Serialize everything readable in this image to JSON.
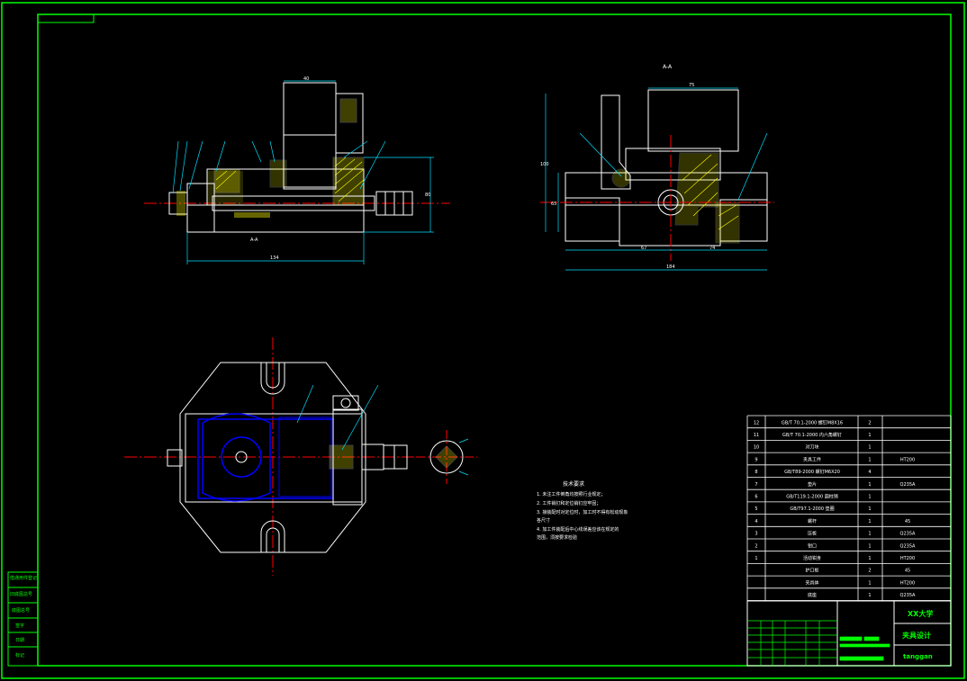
{
  "colors": {
    "background": "#000000",
    "frame": "#00ff00",
    "line": "#ffffff",
    "center": "#ff0000",
    "hatch": "#ffff00",
    "dim": "#00e0ff",
    "part": "#0000ff"
  },
  "views": {
    "section_label": "A-A",
    "front_dims": {
      "top": "40",
      "width": "134",
      "height": "80",
      "note": "A-A"
    },
    "side_dims": {
      "top": "75",
      "width": "184",
      "h1": "100",
      "h2": "65",
      "b1": "67",
      "b2": "74"
    }
  },
  "tech_notes": {
    "title": "技术要求",
    "lines": [
      "1. 未注工件倒角均按照行业规定；",
      "2. 工件销钉和定位销钉应牢固；",
      "3. 接装配时对定位时，加工时不得有松动现象",
      "   各尺寸",
      "4. 加工件装配后中心线误差应该在规定的",
      "   范围，须按要求检验"
    ]
  },
  "bom": {
    "rows": [
      {
        "no": "12",
        "name": "GB/T 70.1-2000 螺钉M8X16",
        "qty": "2",
        "mat": ""
      },
      {
        "no": "11",
        "name": "GB/T 70.1-2000 内六角螺钉",
        "qty": "1",
        "mat": ""
      },
      {
        "no": "10",
        "name": "对刀块",
        "qty": "1",
        "mat": ""
      },
      {
        "no": "9",
        "name": "夹具工件",
        "qty": "1",
        "mat": "HT200"
      },
      {
        "no": "8",
        "name": "GB/T89-2000 螺钉M6X20",
        "qty": "4",
        "mat": ""
      },
      {
        "no": "7",
        "name": "垫片",
        "qty": "1",
        "mat": "Q235A"
      },
      {
        "no": "6",
        "name": "GB/T119.1-2000 圆柱销",
        "qty": "1",
        "mat": ""
      },
      {
        "no": "5",
        "name": "GB/T97.1-2000 垫圈",
        "qty": "1",
        "mat": ""
      },
      {
        "no": "4",
        "name": "螺杆",
        "qty": "1",
        "mat": "45"
      },
      {
        "no": "3",
        "name": "压板",
        "qty": "1",
        "mat": "Q235A"
      },
      {
        "no": "2",
        "name": "钳口",
        "qty": "1",
        "mat": "Q235A"
      },
      {
        "no": "1",
        "name": "活动钳身",
        "qty": "1",
        "mat": "HT200"
      },
      {
        "no": "",
        "name": "护口板",
        "qty": "2",
        "mat": "45"
      },
      {
        "no": "",
        "name": "夹具体",
        "qty": "1",
        "mat": "HT200"
      },
      {
        "no": "",
        "name": "底座",
        "qty": "1",
        "mat": "Q235A"
      }
    ],
    "school": "XX大学",
    "drawing": "夹具设计",
    "code": "tanggan"
  },
  "side_panel": [
    "借通用件登记",
    "旧底图总号",
    "底图总号",
    "签字",
    "日期",
    "标记"
  ]
}
